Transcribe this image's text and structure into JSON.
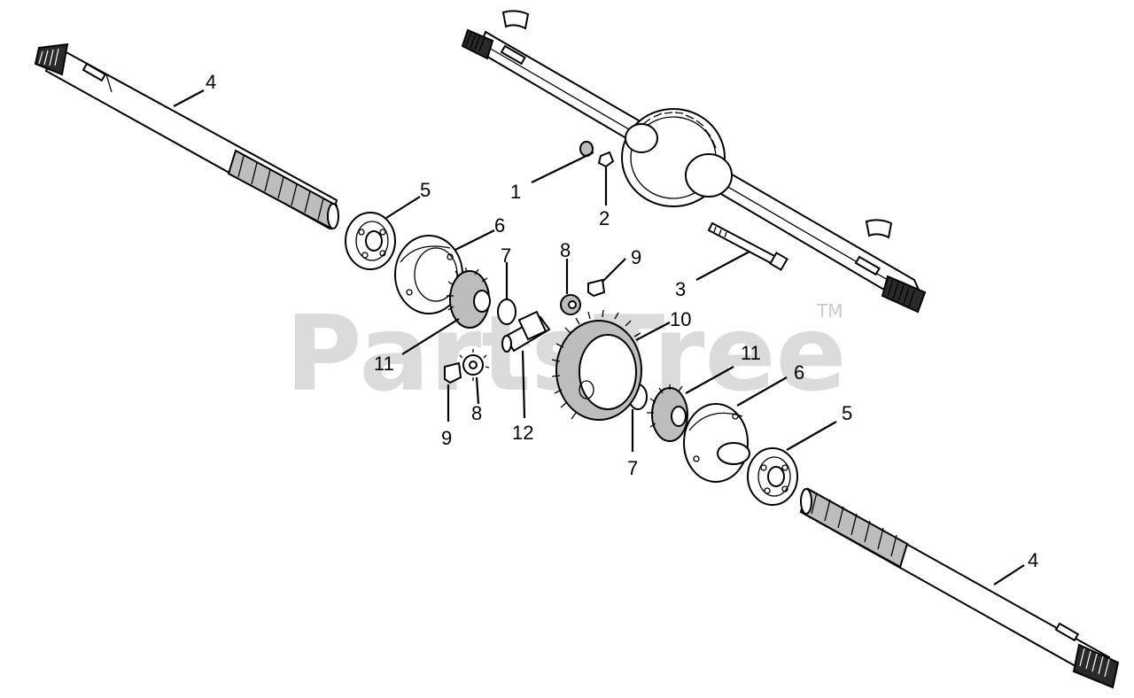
{
  "watermark": {
    "text": "PartsTree",
    "tm": "TM"
  },
  "callouts": {
    "c1": "1",
    "c2": "2",
    "c3": "3",
    "c4a": "4",
    "c4b": "4",
    "c5a": "5",
    "c5b": "5",
    "c6a": "6",
    "c6b": "6",
    "c7a": "7",
    "c7b": "7",
    "c8a": "8",
    "c8b": "8",
    "c9a": "9",
    "c9b": "9",
    "c10": "10",
    "c11a": "11",
    "c11b": "11",
    "c12": "12"
  },
  "colors": {
    "ink": "#000000",
    "paper": "#ffffff",
    "watermark": "#cfcfcf"
  }
}
